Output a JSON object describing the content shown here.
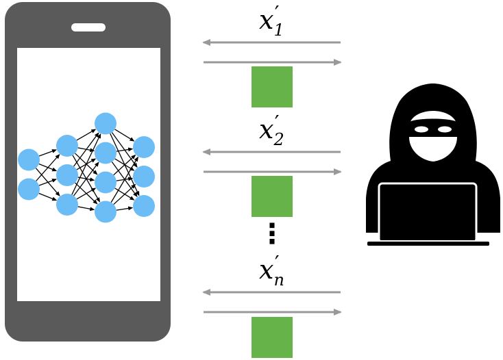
{
  "colors": {
    "phone_body": "#5a5a5a",
    "phone_screen": "#ffffff",
    "neuron": "#6cbcf5",
    "edge": "#000000",
    "arrow": "#999999",
    "response_block": "#66b34a",
    "attacker": "#000000"
  },
  "icons": {
    "device": "smartphone-icon",
    "attacker": "hooded-hacker-icon",
    "model": "neural-network-icon"
  },
  "network": {
    "layer_sizes": [
      2,
      3,
      4,
      3
    ]
  },
  "queries": [
    {
      "base": "x",
      "prime": "′",
      "sub": "1"
    },
    {
      "base": "x",
      "prime": "′",
      "sub": "2"
    },
    {
      "base": "x",
      "prime": "′",
      "sub": "n"
    }
  ],
  "ellipsis": "⋮"
}
